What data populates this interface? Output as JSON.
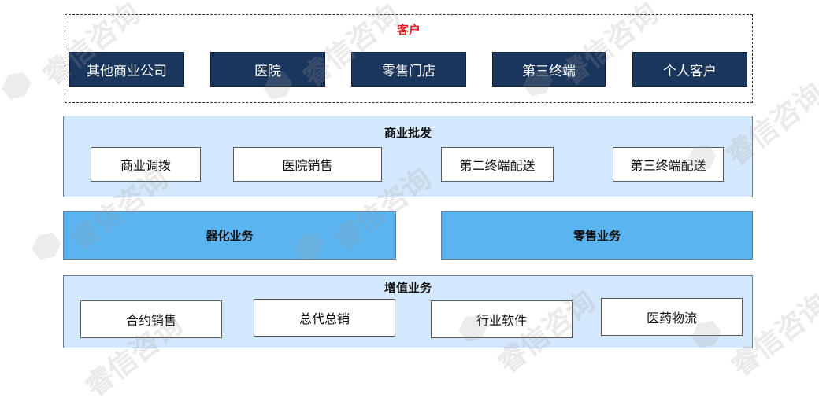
{
  "customer": {
    "title": "客户",
    "items": [
      "其他商业公司",
      "医院",
      "零售门店",
      "第三终端",
      "个人客户"
    ]
  },
  "commercial_wholesale": {
    "title": "商业批发",
    "items": [
      "商业调拨",
      "医院销售",
      "第二终端配送",
      "第三终端配送"
    ]
  },
  "middle": {
    "left": "器化业务",
    "right": "零售业务"
  },
  "value_added": {
    "title": "增值业务",
    "items": [
      "合约销售",
      "总代总销",
      "行业软件",
      "医药物流"
    ]
  },
  "watermark": "睿信咨询",
  "colors": {
    "navy": "#1b365d",
    "light_blue": "#d4e8fb",
    "mid_blue": "#5ab4ef",
    "red_title": "#e8202a"
  }
}
